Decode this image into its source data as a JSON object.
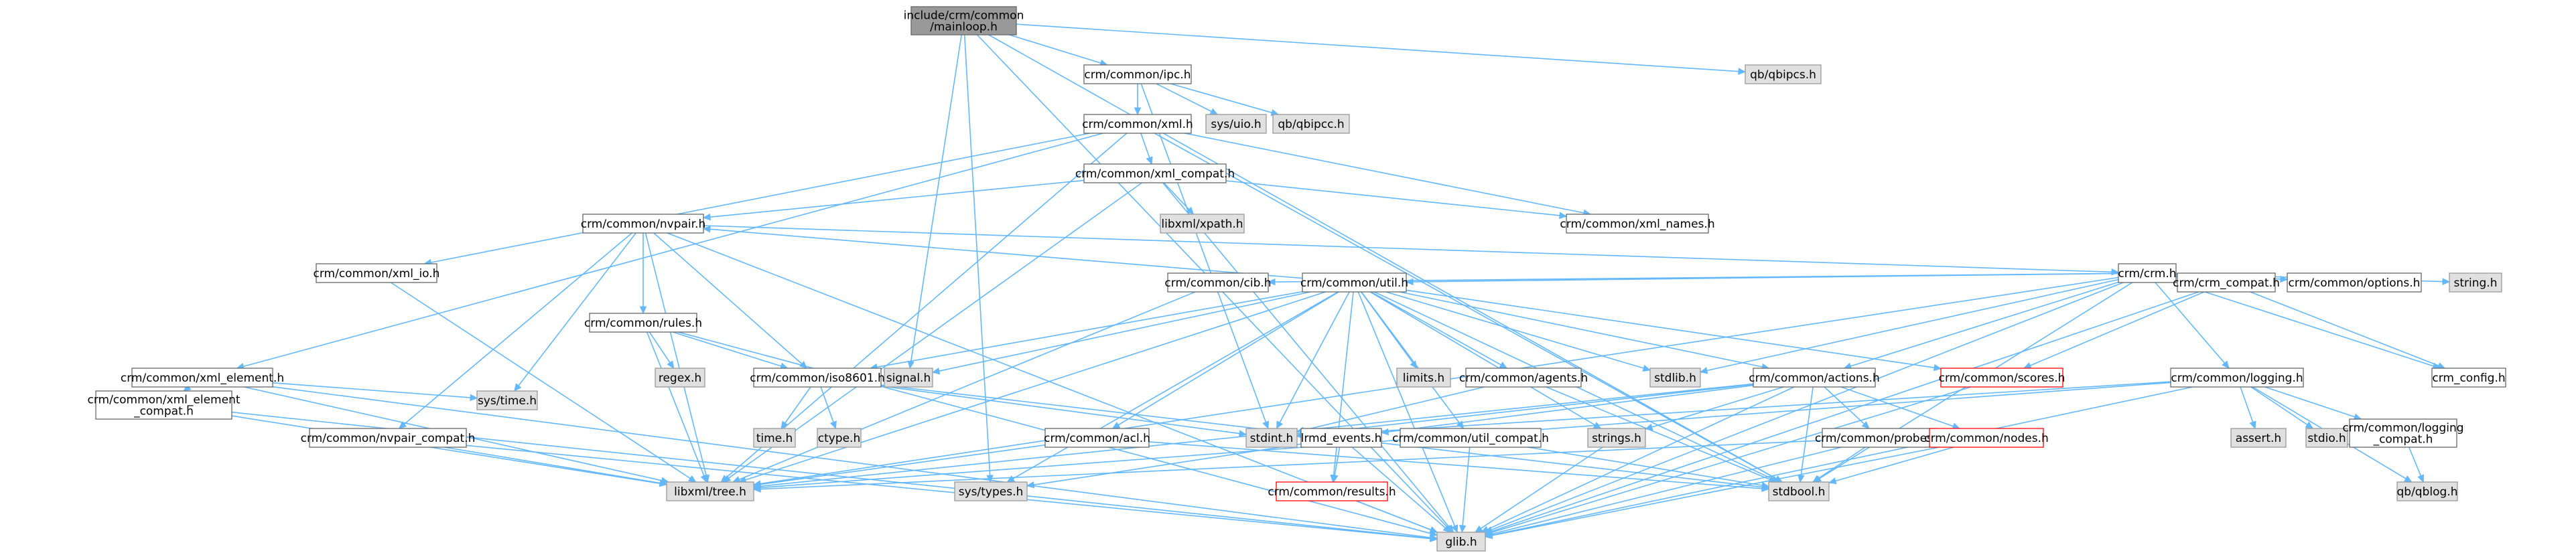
{
  "colors": {
    "edge": "#63b8ff",
    "root_fill": "#999999",
    "root_stroke": "#666666",
    "header_fill": "#ffffff",
    "header_stroke": "#666666",
    "system_fill": "#e0e0e0",
    "system_stroke": "#999999",
    "flagged_stroke": "#ff0000"
  },
  "nodes": [
    {
      "id": "mainloop",
      "lines": [
        "include/crm/common",
        "/mainloop.h"
      ],
      "kind": "root"
    },
    {
      "id": "ipc",
      "lines": [
        "crm/common/ipc.h"
      ],
      "kind": "header"
    },
    {
      "id": "qbipcs",
      "lines": [
        "qb/qbipcs.h"
      ],
      "kind": "system"
    },
    {
      "id": "uio",
      "lines": [
        "sys/uio.h"
      ],
      "kind": "system"
    },
    {
      "id": "qbipcc",
      "lines": [
        "qb/qbipcc.h"
      ],
      "kind": "system"
    },
    {
      "id": "xml",
      "lines": [
        "crm/common/xml.h"
      ],
      "kind": "header"
    },
    {
      "id": "xml_compat",
      "lines": [
        "crm/common/xml_compat.h"
      ],
      "kind": "header"
    },
    {
      "id": "xpath",
      "lines": [
        "libxml/xpath.h"
      ],
      "kind": "system"
    },
    {
      "id": "xml_names",
      "lines": [
        "crm/common/xml_names.h"
      ],
      "kind": "header"
    },
    {
      "id": "nvpair",
      "lines": [
        "crm/common/nvpair.h"
      ],
      "kind": "header"
    },
    {
      "id": "xml_io",
      "lines": [
        "crm/common/xml_io.h"
      ],
      "kind": "header"
    },
    {
      "id": "crm",
      "lines": [
        "crm/crm.h"
      ],
      "kind": "header"
    },
    {
      "id": "rules",
      "lines": [
        "crm/common/rules.h"
      ],
      "kind": "header"
    },
    {
      "id": "cib",
      "lines": [
        "crm/common/cib.h"
      ],
      "kind": "header"
    },
    {
      "id": "util",
      "lines": [
        "crm/common/util.h"
      ],
      "kind": "header"
    },
    {
      "id": "crm_compat",
      "lines": [
        "crm/crm_compat.h"
      ],
      "kind": "header"
    },
    {
      "id": "options",
      "lines": [
        "crm/common/options.h"
      ],
      "kind": "header"
    },
    {
      "id": "string",
      "lines": [
        "string.h"
      ],
      "kind": "system"
    },
    {
      "id": "regex",
      "lines": [
        "regex.h"
      ],
      "kind": "system"
    },
    {
      "id": "signal",
      "lines": [
        "signal.h"
      ],
      "kind": "system"
    },
    {
      "id": "iso8601",
      "lines": [
        "crm/common/iso8601.h"
      ],
      "kind": "header"
    },
    {
      "id": "limits",
      "lines": [
        "limits.h"
      ],
      "kind": "system"
    },
    {
      "id": "agents",
      "lines": [
        "crm/common/agents.h"
      ],
      "kind": "header"
    },
    {
      "id": "stdlib",
      "lines": [
        "stdlib.h"
      ],
      "kind": "system"
    },
    {
      "id": "scores",
      "lines": [
        "crm/common/scores.h"
      ],
      "kind": "flagged"
    },
    {
      "id": "crm_config",
      "lines": [
        "crm_config.h"
      ],
      "kind": "header"
    },
    {
      "id": "logging",
      "lines": [
        "crm/common/logging.h"
      ],
      "kind": "header"
    },
    {
      "id": "xml_element",
      "lines": [
        "crm/common/xml_element.h"
      ],
      "kind": "header"
    },
    {
      "id": "xml_element_compat",
      "lines": [
        "crm/common/xml_element",
        "_compat.h"
      ],
      "kind": "header"
    },
    {
      "id": "systime",
      "lines": [
        "sys/time.h"
      ],
      "kind": "system"
    },
    {
      "id": "time",
      "lines": [
        "time.h"
      ],
      "kind": "system"
    },
    {
      "id": "ctype",
      "lines": [
        "ctype.h"
      ],
      "kind": "system"
    },
    {
      "id": "nvpair_compat",
      "lines": [
        "crm/common/nvpair_compat.h"
      ],
      "kind": "header"
    },
    {
      "id": "stdint",
      "lines": [
        "stdint.h"
      ],
      "kind": "system"
    },
    {
      "id": "acl",
      "lines": [
        "crm/common/acl.h"
      ],
      "kind": "header"
    },
    {
      "id": "actions",
      "lines": [
        "crm/common/actions.h"
      ],
      "kind": "header"
    },
    {
      "id": "util_compat",
      "lines": [
        "crm/common/util_compat.h"
      ],
      "kind": "header"
    },
    {
      "id": "strings",
      "lines": [
        "strings.h"
      ],
      "kind": "system"
    },
    {
      "id": "assert",
      "lines": [
        "assert.h"
      ],
      "kind": "system"
    },
    {
      "id": "stdio",
      "lines": [
        "stdio.h"
      ],
      "kind": "system"
    },
    {
      "id": "logging_compat",
      "lines": [
        "crm/common/logging",
        "_compat.h"
      ],
      "kind": "header"
    },
    {
      "id": "tree",
      "lines": [
        "libxml/tree.h"
      ],
      "kind": "system"
    },
    {
      "id": "systypes",
      "lines": [
        "sys/types.h"
      ],
      "kind": "system"
    },
    {
      "id": "results",
      "lines": [
        "crm/common/results.h"
      ],
      "kind": "flagged"
    },
    {
      "id": "lrmd_events",
      "lines": [
        "lrmd_events.h"
      ],
      "kind": "header"
    },
    {
      "id": "probes",
      "lines": [
        "crm/common/probes.h"
      ],
      "kind": "header"
    },
    {
      "id": "nodes",
      "lines": [
        "crm/common/nodes.h"
      ],
      "kind": "flagged"
    },
    {
      "id": "stdbool",
      "lines": [
        "stdbool.h"
      ],
      "kind": "system"
    },
    {
      "id": "qblog",
      "lines": [
        "qb/qblog.h"
      ],
      "kind": "system"
    },
    {
      "id": "glib",
      "lines": [
        "glib.h"
      ],
      "kind": "system"
    }
  ],
  "edges": [
    [
      "mainloop",
      "ipc"
    ],
    [
      "mainloop",
      "qbipcs"
    ],
    [
      "mainloop",
      "signal"
    ],
    [
      "mainloop",
      "glib"
    ],
    [
      "mainloop",
      "systypes"
    ],
    [
      "mainloop",
      "stdbool"
    ],
    [
      "ipc",
      "uio"
    ],
    [
      "ipc",
      "qbipcc"
    ],
    [
      "ipc",
      "xml"
    ],
    [
      "ipc",
      "stdint"
    ],
    [
      "xml",
      "xml_compat"
    ],
    [
      "xml",
      "xml_names"
    ],
    [
      "xml",
      "xml_element"
    ],
    [
      "xml",
      "xml_io"
    ],
    [
      "xml",
      "tree"
    ],
    [
      "xml",
      "stdbool"
    ],
    [
      "xml_compat",
      "xpath"
    ],
    [
      "xml_compat",
      "nvpair"
    ],
    [
      "xml_compat",
      "xml_names"
    ],
    [
      "xml_compat",
      "tree"
    ],
    [
      "xml_compat",
      "glib"
    ],
    [
      "nvpair",
      "rules"
    ],
    [
      "nvpair",
      "iso8601"
    ],
    [
      "nvpair",
      "nvpair_compat"
    ],
    [
      "nvpair",
      "systime"
    ],
    [
      "nvpair",
      "tree"
    ],
    [
      "nvpair",
      "glib"
    ],
    [
      "nvpair",
      "crm"
    ],
    [
      "xml_io",
      "tree"
    ],
    [
      "crm",
      "cib"
    ],
    [
      "crm",
      "util"
    ],
    [
      "crm",
      "crm_compat"
    ],
    [
      "crm",
      "options"
    ],
    [
      "crm",
      "string"
    ],
    [
      "crm",
      "crm_config"
    ],
    [
      "crm",
      "logging"
    ],
    [
      "crm",
      "actions"
    ],
    [
      "crm",
      "stdlib"
    ],
    [
      "crm",
      "tree"
    ],
    [
      "crm",
      "stdbool"
    ],
    [
      "crm",
      "glib"
    ],
    [
      "rules",
      "regex"
    ],
    [
      "rules",
      "iso8601"
    ],
    [
      "rules",
      "tree"
    ],
    [
      "rules",
      "glib"
    ],
    [
      "cib",
      "tree"
    ],
    [
      "util",
      "nvpair"
    ],
    [
      "util",
      "signal"
    ],
    [
      "util",
      "iso8601"
    ],
    [
      "util",
      "limits"
    ],
    [
      "util",
      "agents"
    ],
    [
      "util",
      "stdlib"
    ],
    [
      "util",
      "scores"
    ],
    [
      "util",
      "acl"
    ],
    [
      "util",
      "actions"
    ],
    [
      "util",
      "util_compat"
    ],
    [
      "util",
      "strings"
    ],
    [
      "util",
      "stdint"
    ],
    [
      "util",
      "systypes"
    ],
    [
      "util",
      "results"
    ],
    [
      "util",
      "stdbool"
    ],
    [
      "util",
      "glib"
    ],
    [
      "util",
      "tree"
    ],
    [
      "crm_compat",
      "scores"
    ],
    [
      "crm_compat",
      "crm_config"
    ],
    [
      "crm_compat",
      "glib"
    ],
    [
      "iso8601",
      "time"
    ],
    [
      "iso8601",
      "ctype"
    ],
    [
      "iso8601",
      "stdint"
    ],
    [
      "iso8601",
      "stdbool"
    ],
    [
      "agents",
      "stdint"
    ],
    [
      "agents",
      "stdbool"
    ],
    [
      "scores",
      "glib"
    ],
    [
      "logging",
      "assert"
    ],
    [
      "logging",
      "stdio"
    ],
    [
      "logging",
      "logging_compat"
    ],
    [
      "logging",
      "qblog"
    ],
    [
      "logging",
      "stdint"
    ],
    [
      "logging",
      "tree"
    ],
    [
      "logging",
      "glib"
    ],
    [
      "xml_element",
      "xml_element_compat"
    ],
    [
      "xml_element",
      "systime"
    ],
    [
      "xml_element",
      "tree"
    ],
    [
      "xml_element",
      "glib"
    ],
    [
      "xml_element_compat",
      "tree"
    ],
    [
      "xml_element_compat",
      "glib"
    ],
    [
      "nvpair_compat",
      "tree"
    ],
    [
      "nvpair_compat",
      "glib"
    ],
    [
      "acl",
      "tree"
    ],
    [
      "acl",
      "stdbool"
    ],
    [
      "actions",
      "strings"
    ],
    [
      "actions",
      "lrmd_events"
    ],
    [
      "actions",
      "probes"
    ],
    [
      "actions",
      "nodes"
    ],
    [
      "actions",
      "stdbool"
    ],
    [
      "actions",
      "tree"
    ],
    [
      "actions",
      "glib"
    ],
    [
      "actions",
      "stdint"
    ],
    [
      "util_compat",
      "stdbool"
    ],
    [
      "util_compat",
      "glib"
    ],
    [
      "strings",
      "glib"
    ],
    [
      "logging_compat",
      "qblog"
    ],
    [
      "lrmd_events",
      "results"
    ],
    [
      "lrmd_events",
      "systypes"
    ],
    [
      "lrmd_events",
      "glib"
    ],
    [
      "results",
      "glib"
    ],
    [
      "probes",
      "stdbool"
    ],
    [
      "probes",
      "tree"
    ],
    [
      "probes",
      "glib"
    ],
    [
      "nodes",
      "stdbool"
    ],
    [
      "nodes",
      "glib"
    ]
  ]
}
